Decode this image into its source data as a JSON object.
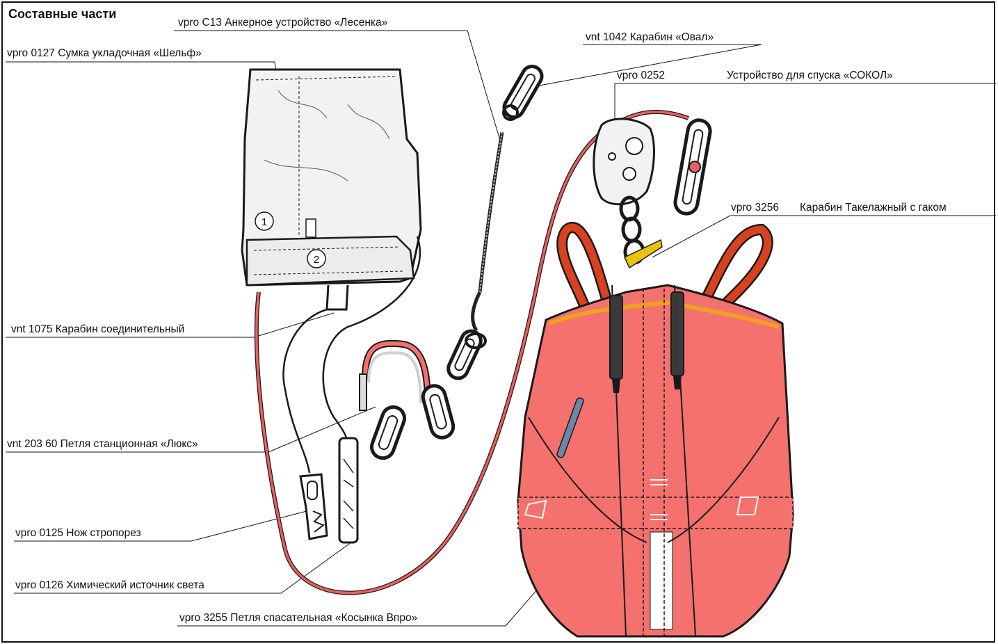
{
  "title": "Составные части",
  "colors": {
    "bag_fill": "#f4716e",
    "bag_stroke": "#1a1a1a",
    "rope": "#e8605e",
    "elastic": "#d8421f",
    "gather": "#f0a020",
    "strap": "#3a3a3a",
    "blue_tab": "#6a86a8",
    "yellow_tie": "#e8c410",
    "pouch_fill": "#f2f2f2"
  },
  "labels": {
    "c13": "vpro C13  Анкерное устройство «Лесенка»",
    "oval": "vnt 1042  Карабин «Овал»",
    "code0252": "vpro 0252",
    "sokol": "Устройство для спуска «СОКОЛ»",
    "r3256": "vpro 3256",
    "rigging": "Карабин Такелажный с гаком",
    "shelf": "vpro 0127 Сумка укладочная «Шельф»",
    "conn": "vnt 1075  Карабин соединительный",
    "lux": "vnt 203 60 Петля станционная «Люкс»",
    "knife": "vpro 0125  Нож стропорез",
    "light": "vpro 0126  Химический источник света",
    "kosynka": "vpro 3255  Петля спасательная «Косынка Впро»"
  },
  "pouch_marks": {
    "mark1": "1",
    "mark2": "2"
  }
}
